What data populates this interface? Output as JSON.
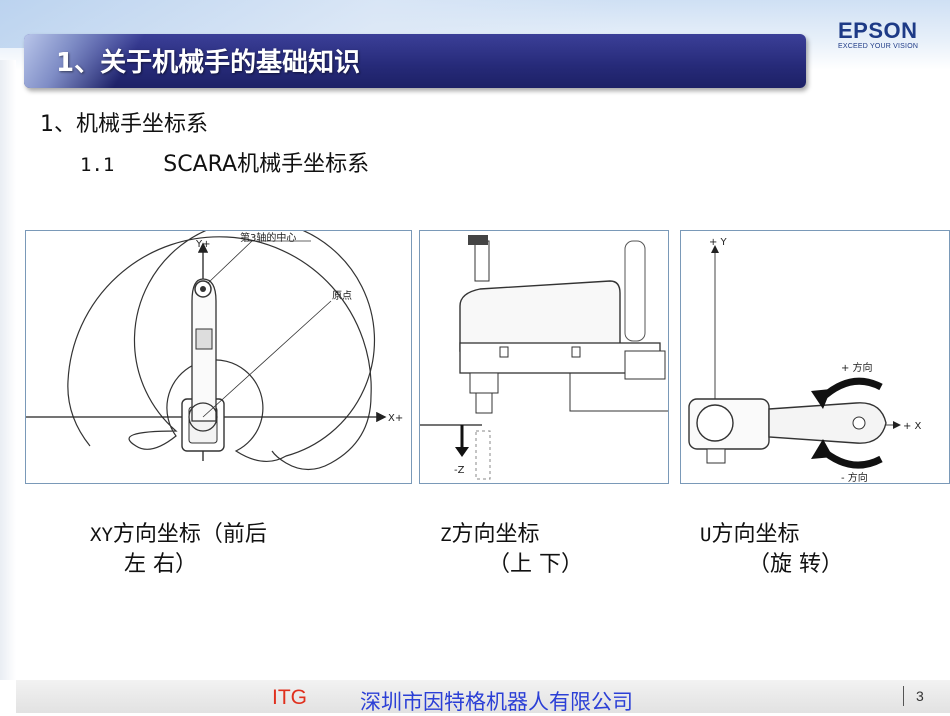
{
  "logo": {
    "brand": "EPSON",
    "tagline": "EXCEED YOUR VISION"
  },
  "slide": {
    "title": "1、关于机械手的基础知识",
    "section1": "1、机械手坐标系",
    "section1_1_num": "1.1",
    "section1_1_text": "SCARA机械手坐标系"
  },
  "figures": {
    "xy": {
      "y_axis": "Y+",
      "x_axis": "X+",
      "joint3_center": "第3轴的中心",
      "origin": "原点"
    },
    "z": {
      "z_axis": "-Z"
    },
    "u": {
      "y_axis": "+ Y",
      "x_axis": "+ X",
      "plus_dir": "+ 方向",
      "minus_dir": "- 方向"
    }
  },
  "captions": {
    "xy_prefix": "XY",
    "xy_line1": "方向坐标（前后",
    "xy_line2": "左 右）",
    "z_prefix": "Z",
    "z_line1": "方向坐标",
    "z_line2": "（上 下）",
    "u_prefix": "U",
    "u_line1": "方向坐标",
    "u_line2": "（旋 转）"
  },
  "footer": {
    "itg": "ITG",
    "company": "深圳市因特格机器人有限公司",
    "page": "3"
  },
  "colors": {
    "title_bar": "#262a78",
    "itg": "#e0301e",
    "company": "#2b3fd6",
    "brand": "#1d3a86"
  }
}
